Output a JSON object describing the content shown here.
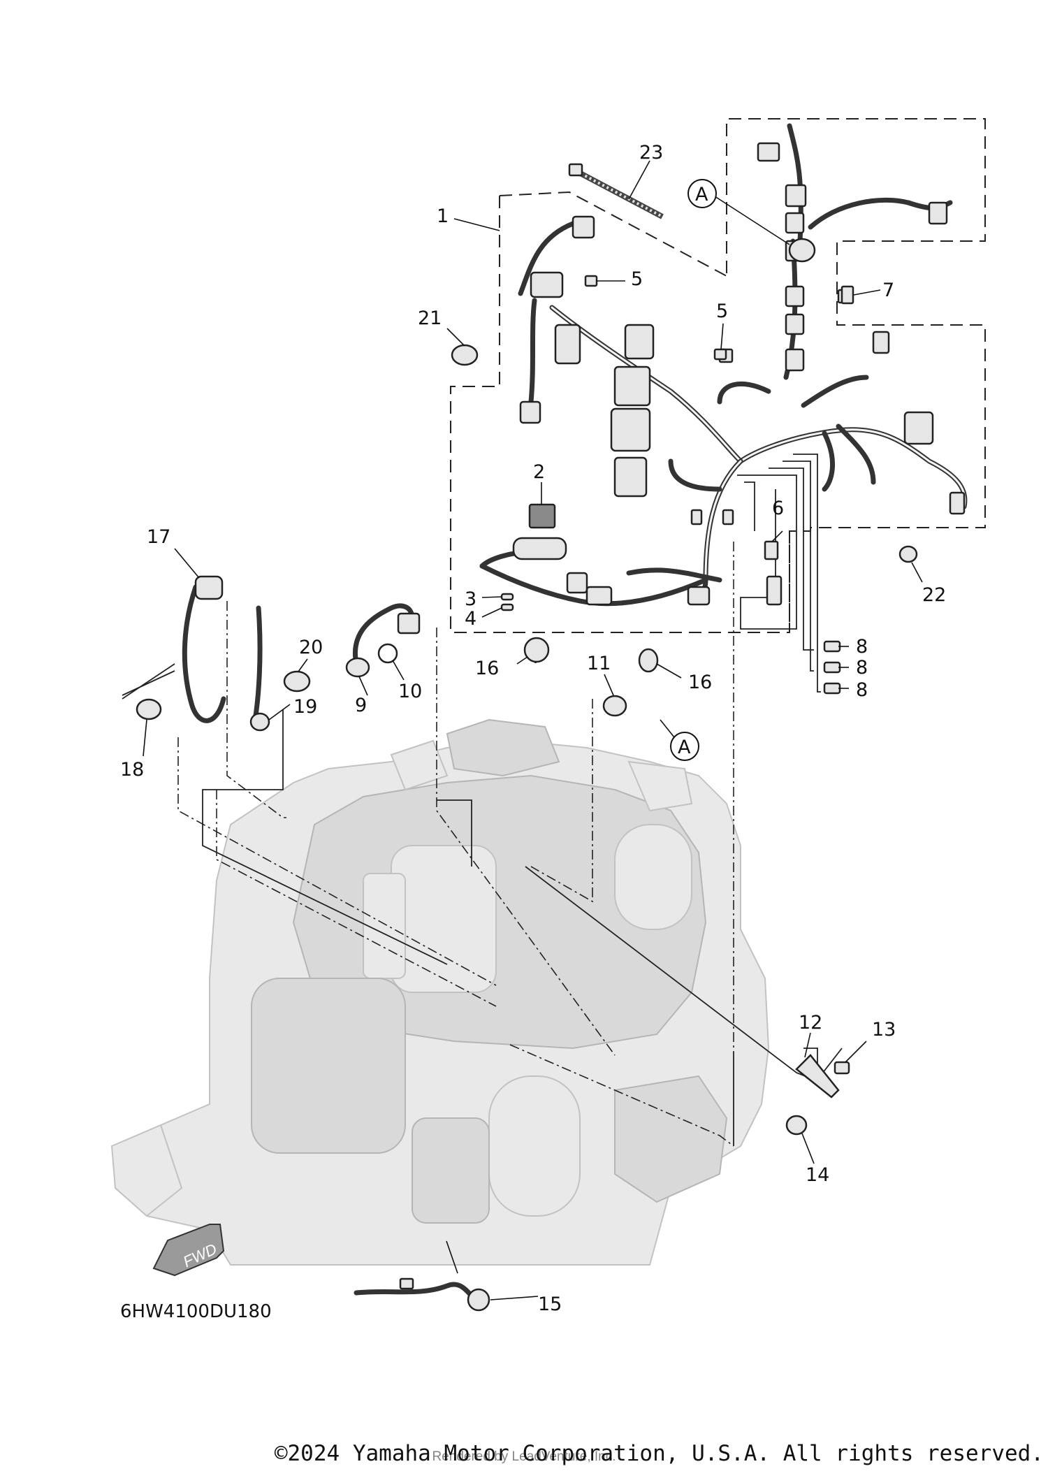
{
  "diagram": {
    "code": "6HW4100DU180",
    "fwd_label": "FWD",
    "callouts": [
      {
        "id": "c1",
        "label": "1"
      },
      {
        "id": "c2",
        "label": "2"
      },
      {
        "id": "c3",
        "label": "3"
      },
      {
        "id": "c4",
        "label": "4"
      },
      {
        "id": "c5a",
        "label": "5"
      },
      {
        "id": "c5b",
        "label": "5"
      },
      {
        "id": "c6",
        "label": "6"
      },
      {
        "id": "c7",
        "label": "7"
      },
      {
        "id": "c8a",
        "label": "8"
      },
      {
        "id": "c8b",
        "label": "8"
      },
      {
        "id": "c8c",
        "label": "8"
      },
      {
        "id": "c9",
        "label": "9"
      },
      {
        "id": "c10",
        "label": "10"
      },
      {
        "id": "c11",
        "label": "11"
      },
      {
        "id": "c12",
        "label": "12"
      },
      {
        "id": "c13",
        "label": "13"
      },
      {
        "id": "c14",
        "label": "14"
      },
      {
        "id": "c15",
        "label": "15"
      },
      {
        "id": "c16a",
        "label": "16"
      },
      {
        "id": "c16b",
        "label": "16"
      },
      {
        "id": "c17",
        "label": "17"
      },
      {
        "id": "c18",
        "label": "18"
      },
      {
        "id": "c19",
        "label": "19"
      },
      {
        "id": "c20",
        "label": "20"
      },
      {
        "id": "c21",
        "label": "21"
      },
      {
        "id": "c22",
        "label": "22"
      },
      {
        "id": "c23",
        "label": "23"
      }
    ],
    "reference_marks": [
      {
        "id": "ref1",
        "label": "A"
      },
      {
        "id": "ref2",
        "label": "A"
      }
    ]
  },
  "footer": {
    "copyright": "©2024 Yamaha Motor Corporation, U.S.A. All rights reserved.",
    "watermark": "Rendered by LeadVenture, Inc."
  }
}
